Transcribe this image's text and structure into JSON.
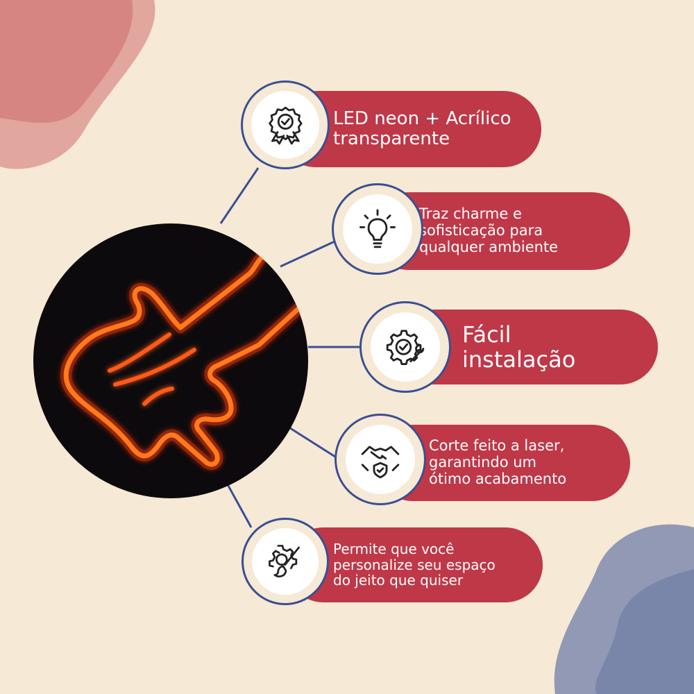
{
  "colors": {
    "background": "#f6e9d5",
    "pill": "#bf3848",
    "ring": "#3a4f93",
    "neon": "#ff5a12",
    "blob_top_left": "#cf6f6f",
    "blob_bottom_right": "#6f7ea8"
  },
  "features": [
    {
      "icon": "badge-check-icon",
      "text": "LED neon + Acrílico\ntransparente"
    },
    {
      "icon": "lightbulb-icon",
      "text": "Traz charme e\nsofisticação para\nqualquer ambiente"
    },
    {
      "icon": "gear-wrench-icon",
      "text": "Fácil\ninstalação"
    },
    {
      "icon": "handshake-shield-icon",
      "text": "Corte feito a laser,\ngarantindo um\nótimo acabamento"
    },
    {
      "icon": "gear-brush-icon",
      "text": "Permite que você\npersonalize seu espaço\ndo jeito que quiser"
    }
  ]
}
